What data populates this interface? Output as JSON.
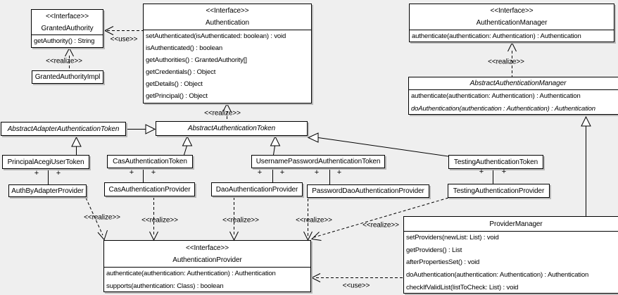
{
  "boxes": {
    "granted_authority": {
      "stereotype": "<<Interface>>",
      "name": "GrantedAuthority",
      "methods": [
        "getAuthority() : String"
      ]
    },
    "authentication": {
      "stereotype": "<<Interface>>",
      "name": "Authentication",
      "methods": [
        "setAuthenticated(isAuthenticated: boolean) : void",
        "isAuthenticated() : boolean",
        "getAuthorities() : GrantedAuthority[]",
        "getCredentials() : Object",
        "getDetails() : Object",
        "getPrincipal() : Object"
      ]
    },
    "authentication_manager": {
      "stereotype": "<<Interface>>",
      "name": "AuthenticationManager",
      "methods": [
        "authenticate(authentication: Authentication) : Authentication"
      ]
    },
    "granted_authority_impl": {
      "name": "GrantedAuthorityImpl"
    },
    "abstract_authentication_manager": {
      "name": "AbstractAuthenticationManager",
      "methods": [
        "authenticate(authentication: Authentication) : Authentication",
        "doAuthentication(authentication : Authentication) : Authentication"
      ]
    },
    "abstract_adapter_authentication_token": {
      "name": "AbstractAdapterAuthenticationToken"
    },
    "abstract_authentication_token": {
      "name": "AbstractAuthenticationToken"
    },
    "principal_acegi_user_token": {
      "name": "PrincipalAcegiUserToken"
    },
    "cas_authentication_token": {
      "name": "CasAuthenticationToken"
    },
    "username_password_authentication_token": {
      "name": "UsernamePasswordAuthenticationToken"
    },
    "testing_authentication_token": {
      "name": "TestingAuthenticationToken"
    },
    "auth_by_adapter_provider": {
      "name": "AuthByAdapterProvider"
    },
    "cas_authentication_provider": {
      "name": "CasAuthenticationProvider"
    },
    "dao_authentication_provider": {
      "name": "DaoAuthenticationProvider"
    },
    "password_dao_authentication_provider": {
      "name": "PasswordDaoAuthenticationProvider"
    },
    "testing_authentication_provider": {
      "name": "TestingAuthenticationProvider"
    },
    "authentication_provider": {
      "stereotype": "<<Interface>>",
      "name": "AuthenticationProvider",
      "methods": [
        "authenticate(authentication: Authentication) : Authentication",
        "supports(authentication: Class) : boolean"
      ]
    },
    "provider_manager": {
      "name": "ProviderManager",
      "methods": [
        "setProviders(newList: List) : void",
        "getProviders() : List",
        "afterPropertiesSet() : void",
        "doAuthentication(authentication: Authentication) : Authentication",
        "checkIfValidList(listToCheck: List) : void"
      ]
    }
  },
  "edge_labels": {
    "realize": "<<realize>>",
    "use": "<<use>>",
    "plus": "+"
  },
  "colors": {
    "background": "#efefef",
    "box_fill": "#ffffff",
    "line": "#000000",
    "shadow": "#b9b9b9"
  }
}
